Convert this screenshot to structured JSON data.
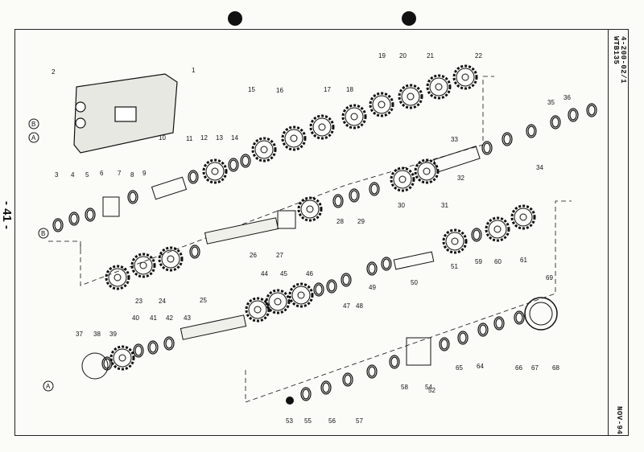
{
  "page": {
    "page_number": "- 41 -",
    "ref_code_1": "WTB135",
    "ref_code_2": "4-200-02/1",
    "date": "NOV-94"
  },
  "callouts": [
    "1",
    "2",
    "3",
    "4",
    "5",
    "6",
    "7",
    "8",
    "9",
    "10",
    "11",
    "12",
    "13",
    "14",
    "15",
    "16",
    "17",
    "18",
    "19",
    "20",
    "21",
    "22",
    "23",
    "24",
    "25",
    "26",
    "27",
    "28",
    "29",
    "30",
    "31",
    "32",
    "33",
    "34",
    "35",
    "36",
    "37",
    "38",
    "39",
    "40",
    "41",
    "42",
    "43",
    "44",
    "45",
    "46",
    "47",
    "48",
    "49",
    "50",
    "51",
    "52",
    "53",
    "54",
    "55",
    "56",
    "57",
    "58",
    "59",
    "60",
    "61",
    "64",
    "65",
    "66",
    "67",
    "68",
    "69"
  ],
  "markers": {
    "a": "A",
    "b": "B"
  },
  "colors": {
    "ink": "#111111",
    "paper": "#fbfbf8"
  }
}
